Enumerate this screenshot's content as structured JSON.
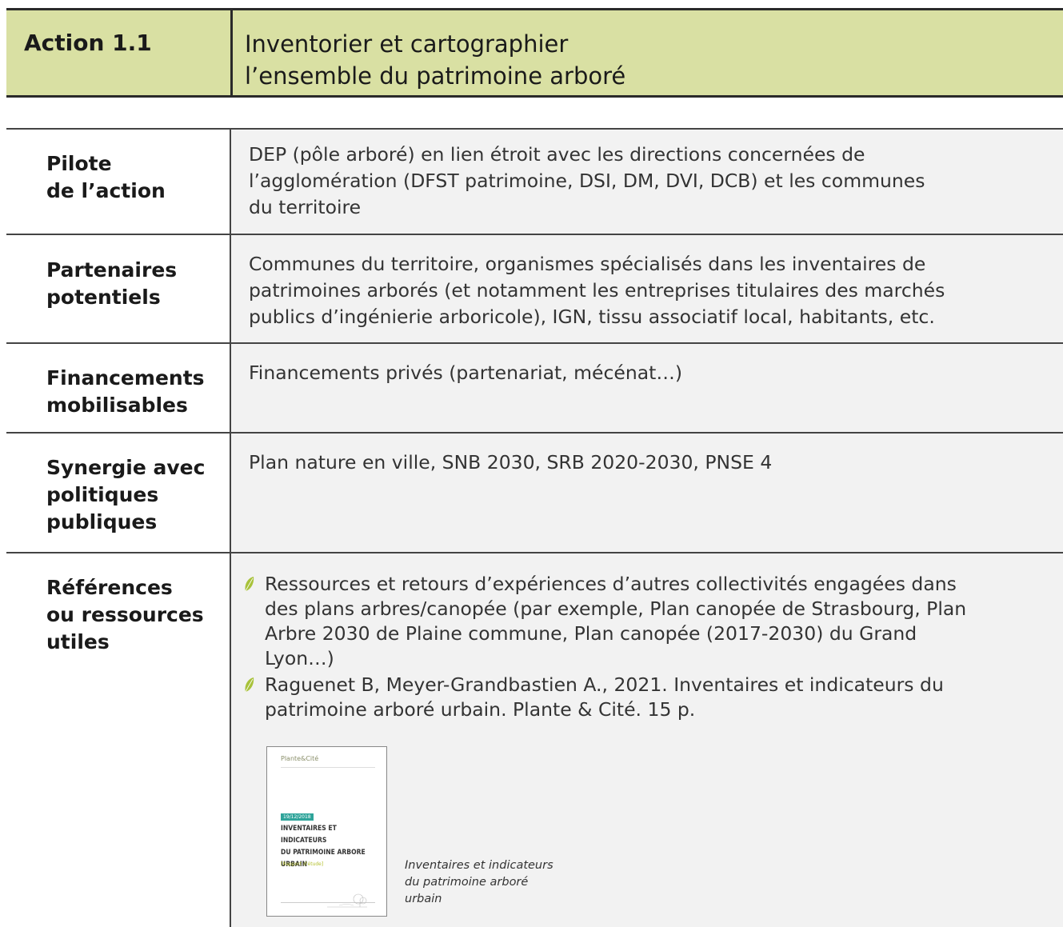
{
  "header": {
    "action_number": "Action 1.1",
    "title_line1": "Inventorier et cartographier",
    "title_line2": "l’ensemble du patrimoine arboré",
    "background_color": "#d9e0a3"
  },
  "rows": {
    "pilote": {
      "label_line1": "Pilote",
      "label_line2": "de l’action",
      "content_line1": "DEP (pôle arboré) en lien étroit avec les directions concernées de",
      "content_line2": "l’agglomération (DFST patrimoine, DSI, DM, DVI, DCB) et les communes",
      "content_line3": "du territoire"
    },
    "partenaires": {
      "label_line1": "Partenaires",
      "label_line2": "potentiels",
      "content_line1": "Communes du territoire, organismes spécialisés dans les inventaires de",
      "content_line2": "patrimoines arborés (et notamment les entreprises titulaires des marchés",
      "content_line3": "publics d’ingénierie arboricole), IGN, tissu associatif local, habitants, etc."
    },
    "financements": {
      "label_line1": "Financements",
      "label_line2": "mobilisables",
      "content": "Financements privés (partenariat, mécénat…)"
    },
    "synergie": {
      "label_line1": "Synergie avec",
      "label_line2": "politiques",
      "label_line3": "publiques",
      "content": "Plan nature en ville, SNB 2030, SRB 2020-2030, PNSE 4"
    },
    "references": {
      "label_line1": "Références",
      "label_line2": "ou ressources",
      "label_line3": "utiles",
      "bullets": [
        {
          "lines": [
            "Ressources et retours d’expériences d’autres collectivités engagées dans",
            "des plans arbres/canopée (par exemple, Plan canopée de Strasbourg, Plan",
            "Arbre 2030 de Plaine commune, Plan canopée (2017-2030) du Grand",
            "Lyon…)"
          ]
        },
        {
          "lines": [
            "Raguenet B, Meyer-Grandbastien A., 2021. Inventaires et indicateurs du",
            "patrimoine arboré urbain. Plante & Cité. 15 p."
          ]
        }
      ],
      "bullet_icon": "leaf-icon",
      "bullet_color": "#a8c23a"
    }
  },
  "cover": {
    "logo": "Plante&Cité",
    "date": "19/12/2018",
    "title_line1": "INVENTAIRES ET INDICATEURS",
    "title_line2": "DU PATRIMOINE ARBORE",
    "title_line3": "URBAIN",
    "subtitle": "[Rapport d'étude]",
    "accent_color": "#2fa49a"
  },
  "caption": {
    "line1": "Inventaires et indicateurs",
    "line2": "du patrimoine arboré",
    "line3": "urbain"
  }
}
